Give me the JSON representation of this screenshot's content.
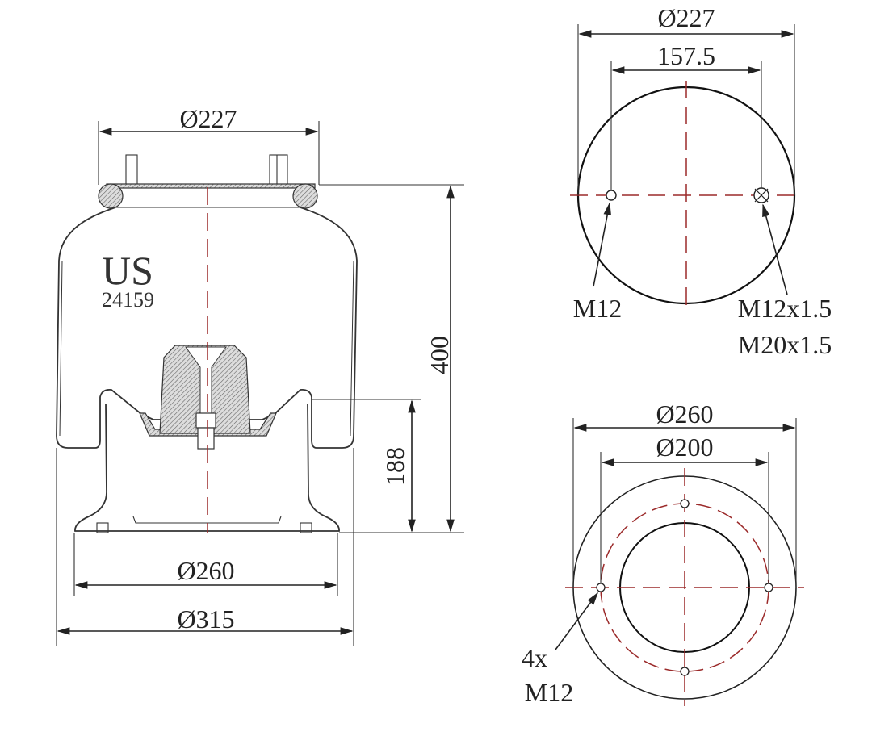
{
  "side_view": {
    "brand": "US",
    "part_number": "24159",
    "dim_top_diameter": "Ø227",
    "dim_height": "400",
    "dim_piston_height": "188",
    "dim_piston_diameter": "Ø260",
    "dim_max_diameter": "Ø315"
  },
  "top_view": {
    "dim_diameter": "Ø227",
    "dim_hole_spacing": "157.5",
    "label_left_hole": "M12",
    "label_right_hole_1": "M12x1.5",
    "label_right_hole_2": "M20x1.5"
  },
  "bottom_view": {
    "dim_outer_diameter": "Ø260",
    "dim_bolt_circle": "Ø200",
    "label_count": "4x",
    "label_thread": "M12"
  },
  "colors": {
    "centerline": "#9b2a2a",
    "line": "#222222"
  }
}
